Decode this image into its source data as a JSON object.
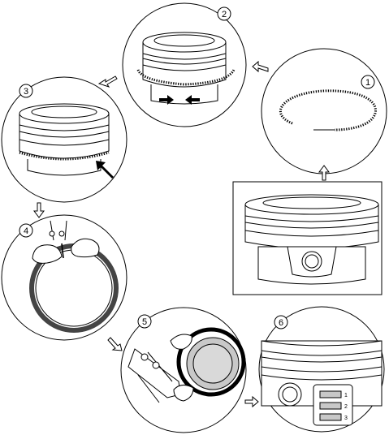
{
  "steps": [
    {
      "number": "1"
    },
    {
      "number": "2"
    },
    {
      "number": "3"
    },
    {
      "number": "4"
    },
    {
      "number": "5"
    },
    {
      "number": "6"
    }
  ],
  "gauge_slots": [
    "1",
    "2",
    "3"
  ]
}
